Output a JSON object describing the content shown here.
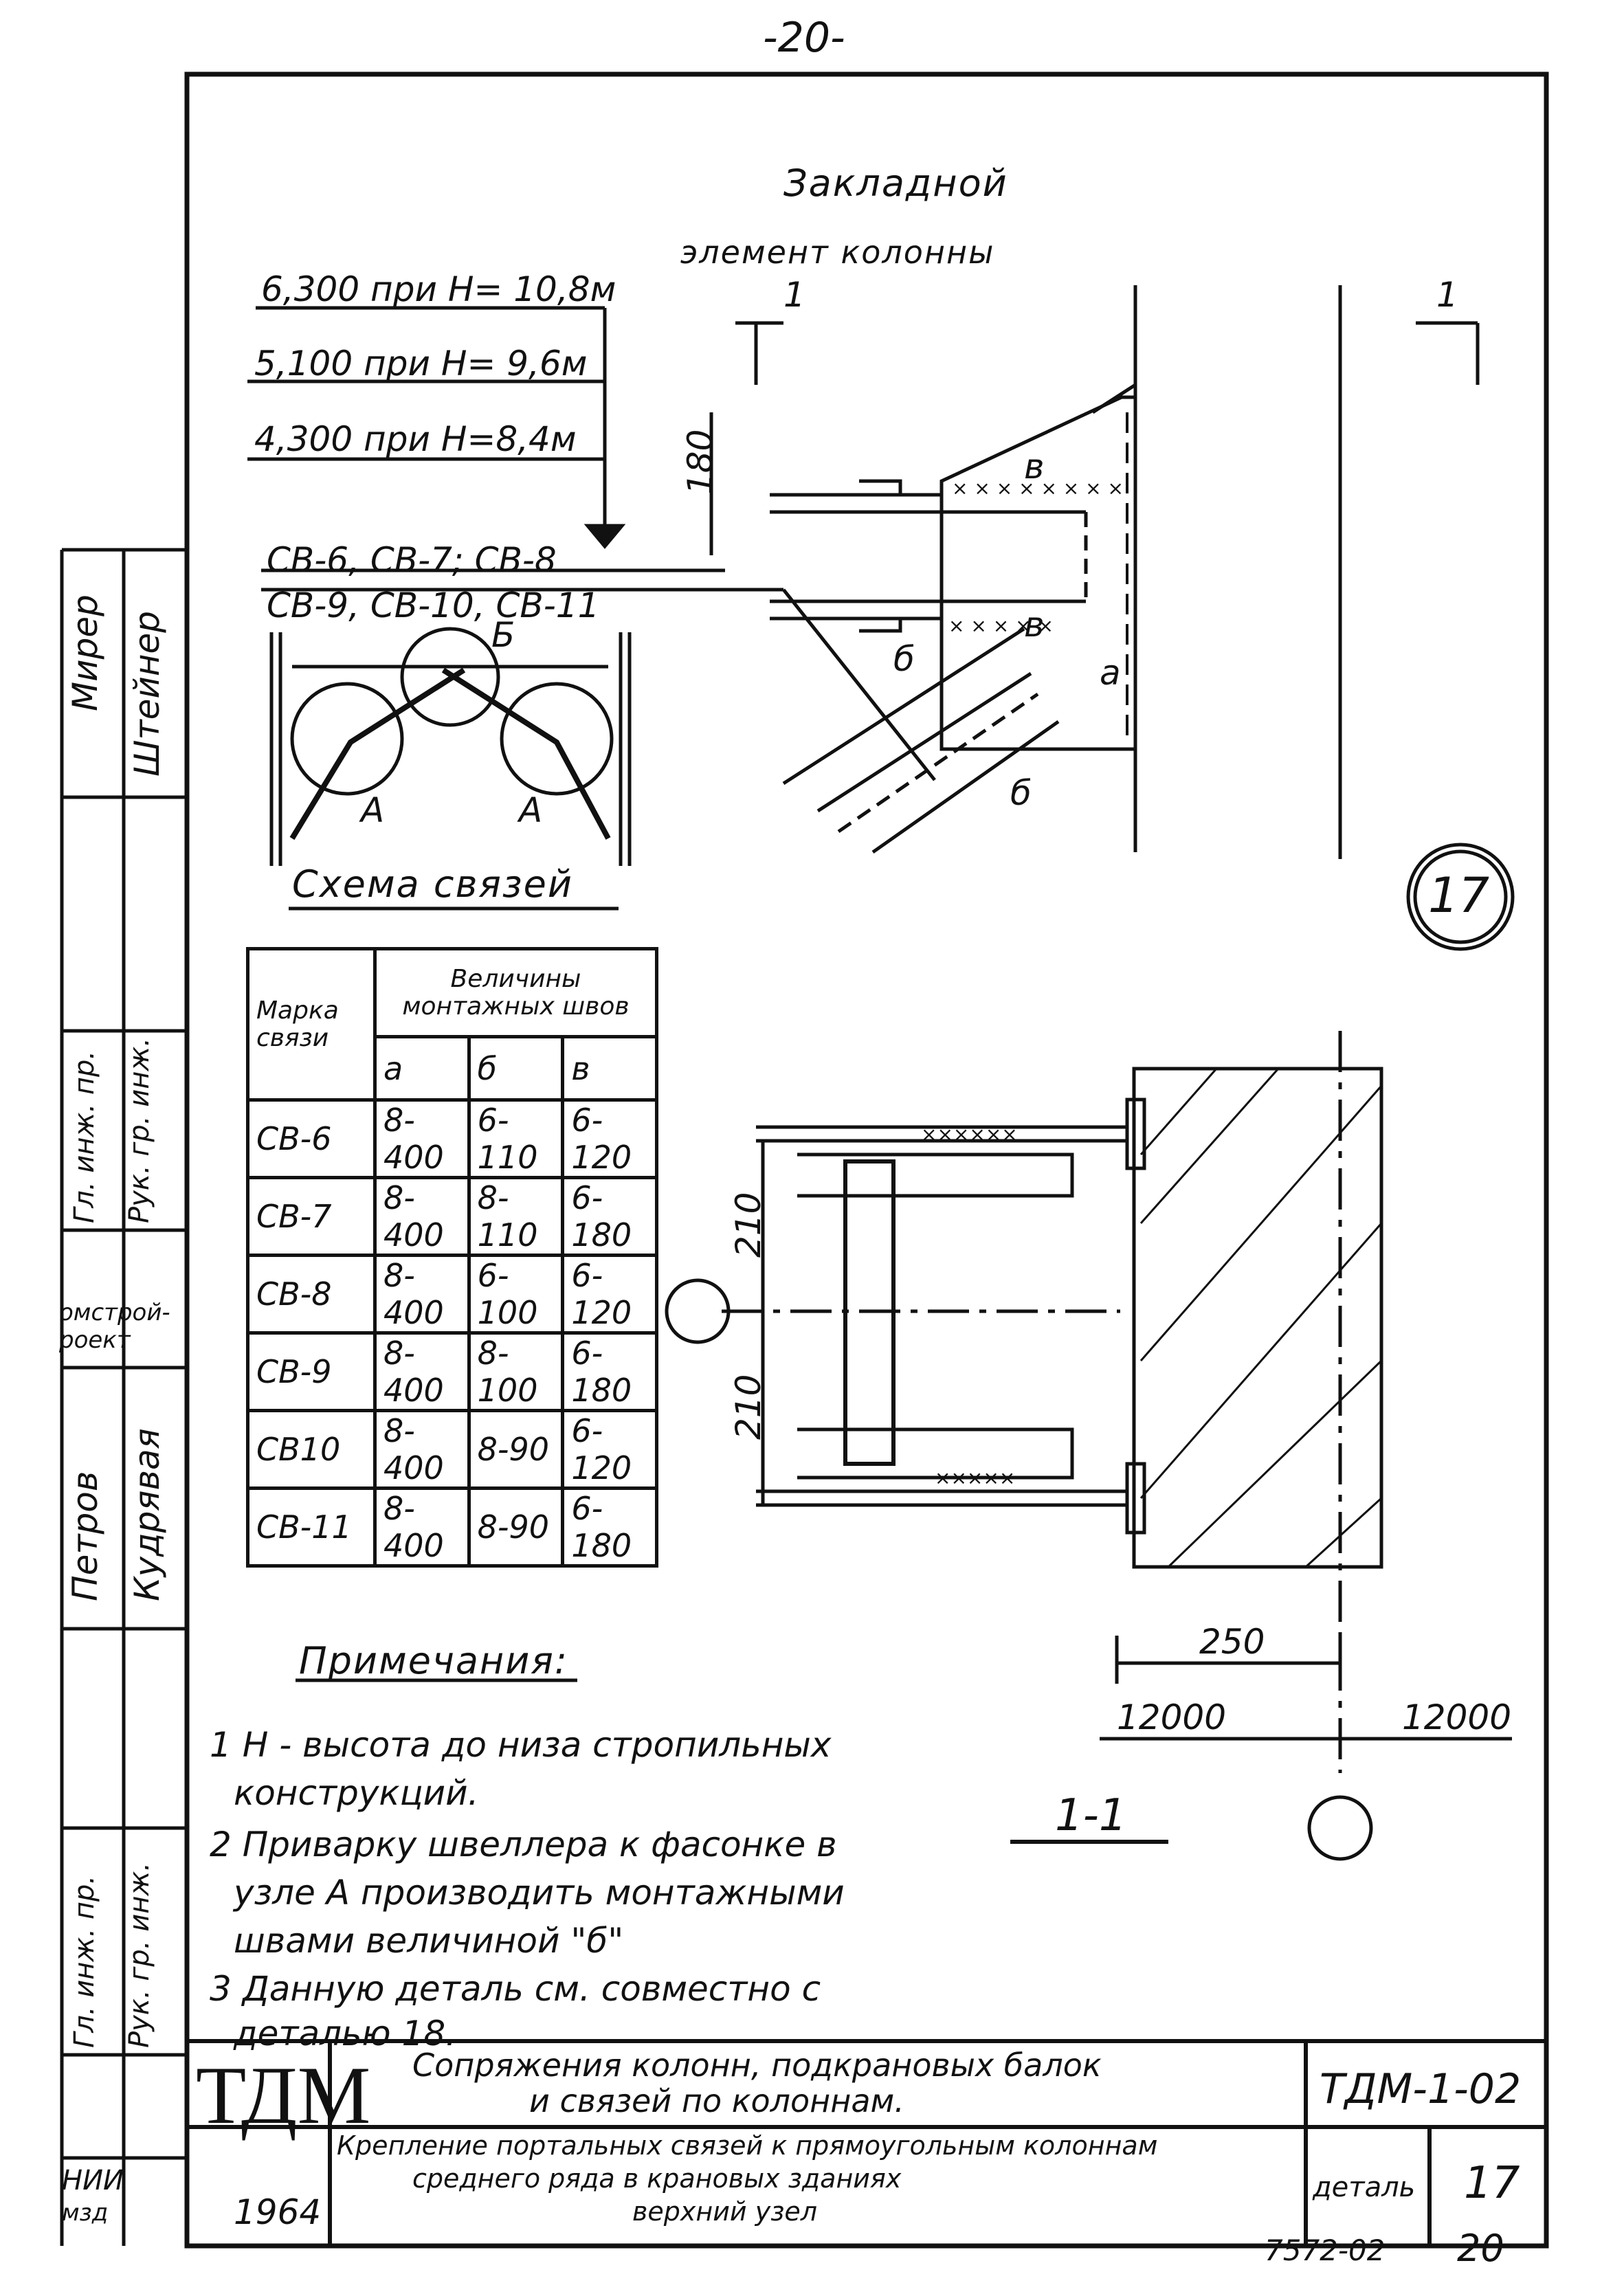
{
  "page_number": "-20-",
  "embedded_label": {
    "line1": "Закладной",
    "line2": "элемент колонны"
  },
  "elevations": [
    "6,300 при H= 10,8м",
    "5,100 при H= 9,6м",
    "4,300 при H=8,4м"
  ],
  "section_marks": {
    "cut": "1",
    "section": "1-1"
  },
  "brace_groups": [
    "СВ-6, СВ-7; СВ-8",
    "СВ-9, СВ-10, СВ-11"
  ],
  "dims": {
    "d180": "180",
    "d210a": "210",
    "d210b": "210",
    "d250": "250",
    "axis_left": "12000",
    "axis_right": "12000"
  },
  "weld_labels": {
    "a": "а",
    "b": "б",
    "v": "в"
  },
  "scheme": {
    "title": "Схема связей",
    "node_b": "Б",
    "node_a": "А"
  },
  "detail_number": "17",
  "table": {
    "col_mark": "Марка связи",
    "col_group": "Величины монтажных швов",
    "sub": [
      "а",
      "б",
      "в"
    ],
    "rows": [
      [
        "СВ-6",
        "8-400",
        "6-110",
        "6-120"
      ],
      [
        "СВ-7",
        "8-400",
        "8-110",
        "6-180"
      ],
      [
        "СВ-8",
        "8-400",
        "6-100",
        "6-120"
      ],
      [
        "СВ-9",
        "8-400",
        "8-100",
        "6-180"
      ],
      [
        "СВ10",
        "8-400",
        "8-90",
        "6-120"
      ],
      [
        "СВ-11",
        "8-400",
        "8-90",
        "6-180"
      ]
    ]
  },
  "notes": {
    "title": "Примечания:",
    "items": [
      "1 H - высота до низа стропильных",
      "конструкций.",
      "2 Приварку швеллера к фасонке в",
      "узле А производить монтажными",
      "швами величиной \"б\"",
      "3 Данную деталь см. совместно с",
      "деталью 18."
    ]
  },
  "stamp": {
    "logo": "ТДМ",
    "year": "1964",
    "title1": "Сопряжения колонн, подкрановых балок",
    "title2": "и связей по колоннам.",
    "sub1": "Крепление портальных связей к прямоугольным колоннам",
    "sub2": "среднего ряда в крановых зданиях",
    "sub3": "верхний узел",
    "code": "ТДМ-1-02",
    "detail_label": "деталь",
    "detail_no": "17"
  },
  "side": {
    "f1": "Мирер",
    "f2": "Штейнер",
    "f3": "Гл. инж. пр.",
    "f4": "Рук. гр. инж.",
    "f5": "омстрой-",
    "f6": "роект",
    "f7": "Петров",
    "f8": "Кудрявая",
    "f9": "Гл. инж. пр.",
    "f10": "Рук. гр. инж.",
    "f11": "НИИ",
    "f12": "мзд"
  },
  "sheet_code": "7572-02",
  "sheet_num": "20"
}
